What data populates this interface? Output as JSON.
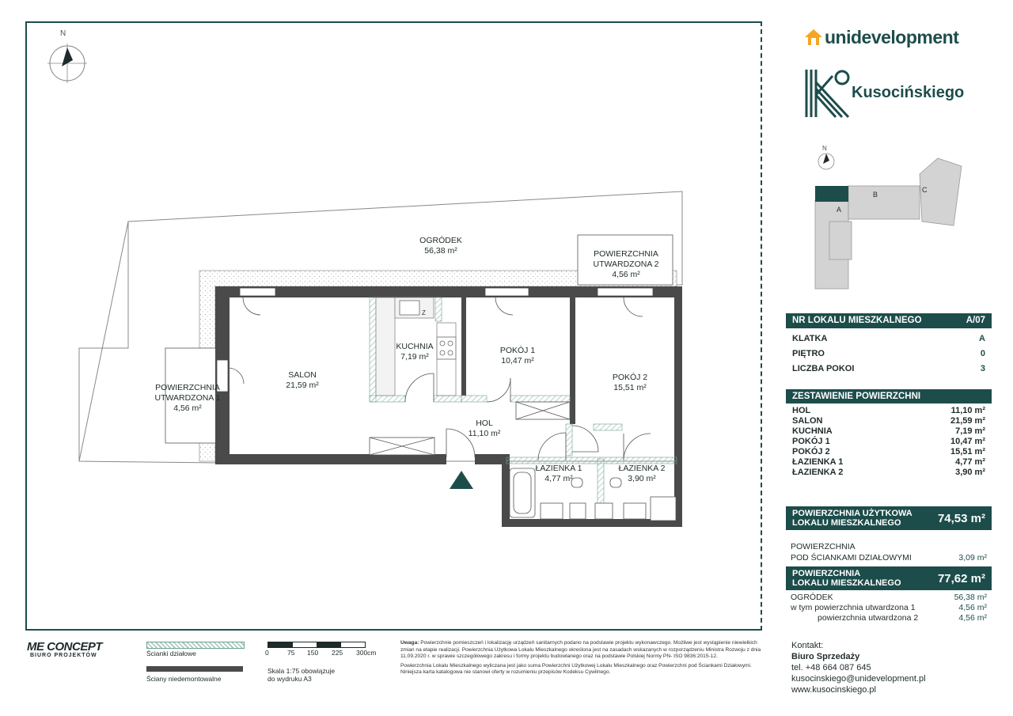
{
  "brand": {
    "name": "unidevelopment",
    "project": "Kusocińskiego"
  },
  "compass": {
    "north": "N"
  },
  "rooms": {
    "ogrodek": {
      "name": "OGRÓDEK",
      "area": "56,38 m²"
    },
    "pow_utw_2": {
      "name1": "POWIERZCHNIA",
      "name2": "UTWARDZONA 2",
      "area": "4,56 m²"
    },
    "pow_utw_1": {
      "name1": "POWIERZCHNIA",
      "name2": "UTWARDZONA 1",
      "area": "4,56 m²"
    },
    "salon": {
      "name": "SALON",
      "area": "21,59 m²"
    },
    "kuchnia": {
      "name": "KUCHNIA",
      "area": "7,19 m²"
    },
    "pokoj1": {
      "name": "POKÓJ 1",
      "area": "10,47 m²"
    },
    "pokoj2": {
      "name": "POKÓJ 2",
      "area": "15,51 m²"
    },
    "hol": {
      "name": "HOL",
      "area": "11,10 m²"
    },
    "lazienka1": {
      "name": "ŁAZIENKA 1",
      "area": "4,77 m²"
    },
    "lazienka2": {
      "name": "ŁAZIENKA 2",
      "area": "3,90 m²"
    },
    "fridge": "Z"
  },
  "keyplan": {
    "labels": [
      "A",
      "B",
      "C"
    ]
  },
  "unit": {
    "header_label": "NR LOKALU MIESZKALNEGO",
    "header_value": "A/07",
    "rows": [
      {
        "label": "KLATKA",
        "value": "A"
      },
      {
        "label": "PIĘTRO",
        "value": "0"
      },
      {
        "label": "LICZBA POKOI",
        "value": "3"
      }
    ]
  },
  "summary": {
    "header": "ZESTAWIENIE POWIERZCHNI",
    "rows": [
      {
        "label": "HOL",
        "value": "11,10 m²"
      },
      {
        "label": "SALON",
        "value": "21,59 m²"
      },
      {
        "label": "KUCHNIA",
        "value": "7,19 m²"
      },
      {
        "label": "POKÓJ 1",
        "value": "10,47 m²"
      },
      {
        "label": "POKÓJ 2",
        "value": "15,51 m²"
      },
      {
        "label": "ŁAZIENKA 1",
        "value": "4,77 m²"
      },
      {
        "label": "ŁAZIENKA 2",
        "value": "3,90 m²"
      }
    ]
  },
  "usable": {
    "line1": "POWIERZCHNIA UŻYTKOWA",
    "line2": "LOKALU MIESZKALNEGO",
    "value": "74,53 m²"
  },
  "partition": {
    "line1": "POWIERZCHNIA",
    "line2": "POD ŚCIANKAMI DZIAŁOWYMI",
    "value": "3,09 m²"
  },
  "total": {
    "line1": "POWIERZCHNIA",
    "line2": "LOKALU MIESZKALNEGO",
    "value": "77,62 m²"
  },
  "garden": {
    "label": "OGRÓDEK",
    "value": "56,38 m²",
    "sub1_label": "w tym powierzchnia utwardzona 1",
    "sub1_value": "4,56 m²",
    "sub2_label": "powierzchnia utwardzona 2",
    "sub2_value": "4,56 m²"
  },
  "legend": {
    "architect": "ME CONCEPT",
    "architect_sub": "BIURO PROJEKTÓW",
    "partition_walls": "Ścianki działowe",
    "removable_walls": "Ściany niedemontowalne",
    "scale_ticks": [
      "0",
      "75",
      "150",
      "225",
      "300cm"
    ],
    "scale_note1": "Skala 1:75 obowiązuje",
    "scale_note2": "do wydruku A3"
  },
  "note": {
    "title": "Uwaga:",
    "p1": "Powierzchnie pomieszczeń i lokalizację urządzeń sanitarnych podano na podstawie projektu wykonawczego. Możliwe jest wystąpienie niewielkich zmian na etapie realizacji. Powierzchnia Użytkowa Lokalu Mieszkalnego określona jest na zasadach wskazanych w rozporządzeniu Ministra Rozwoju z dnia 11.09.2020 r. w sprawie szczegółowego zakresu i formy projektu budowlanego oraz na podstawie Polskiej Normy PN- ISO 9836:2015-12.",
    "p2": "Powierzchnia Lokalu Mieszkalnego wyliczana jest jako suma Powierzchni Użytkowej Lokalu Mieszkalnego oraz Powierzchni pod Ściankami Działowymi. Niniejsza karta katalogowa nie stanowi oferty w rozumieniu przepisów Kodeksu Cywilnego."
  },
  "contact": {
    "title": "Kontakt:",
    "office": "Biuro Sprzedaży",
    "phone": "tel. +48 664 087 645",
    "email": "kusocinskiego@unidevelopment.pl",
    "web": "www.kusocinskiego.pl"
  },
  "colors": {
    "accent": "#1d4d4b",
    "wall": "#4a4a4a",
    "hatch": "#9fc7b6"
  }
}
